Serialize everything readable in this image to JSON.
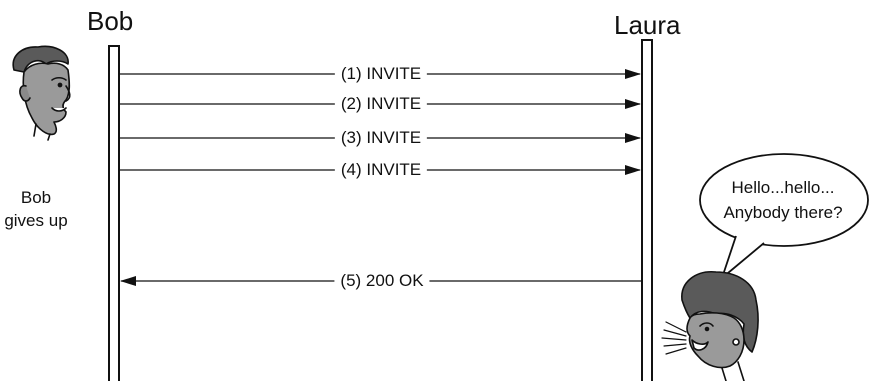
{
  "participants": {
    "left": {
      "name": "Bob",
      "icon": "bob-face-icon"
    },
    "right": {
      "name": "Laura",
      "icon": "laura-face-icon"
    }
  },
  "note": {
    "line1": "Bob",
    "line2": "gives up"
  },
  "speech_bubble": {
    "line1": "Hello...hello...",
    "line2": "Anybody there?"
  },
  "messages": [
    {
      "label": "(1) INVITE",
      "direction": "left-to-right"
    },
    {
      "label": "(2) INVITE",
      "direction": "left-to-right"
    },
    {
      "label": "(3) INVITE",
      "direction": "left-to-right"
    },
    {
      "label": "(4) INVITE",
      "direction": "left-to-right"
    },
    {
      "label": "(5) 200 OK",
      "direction": "right-to-left"
    }
  ]
}
